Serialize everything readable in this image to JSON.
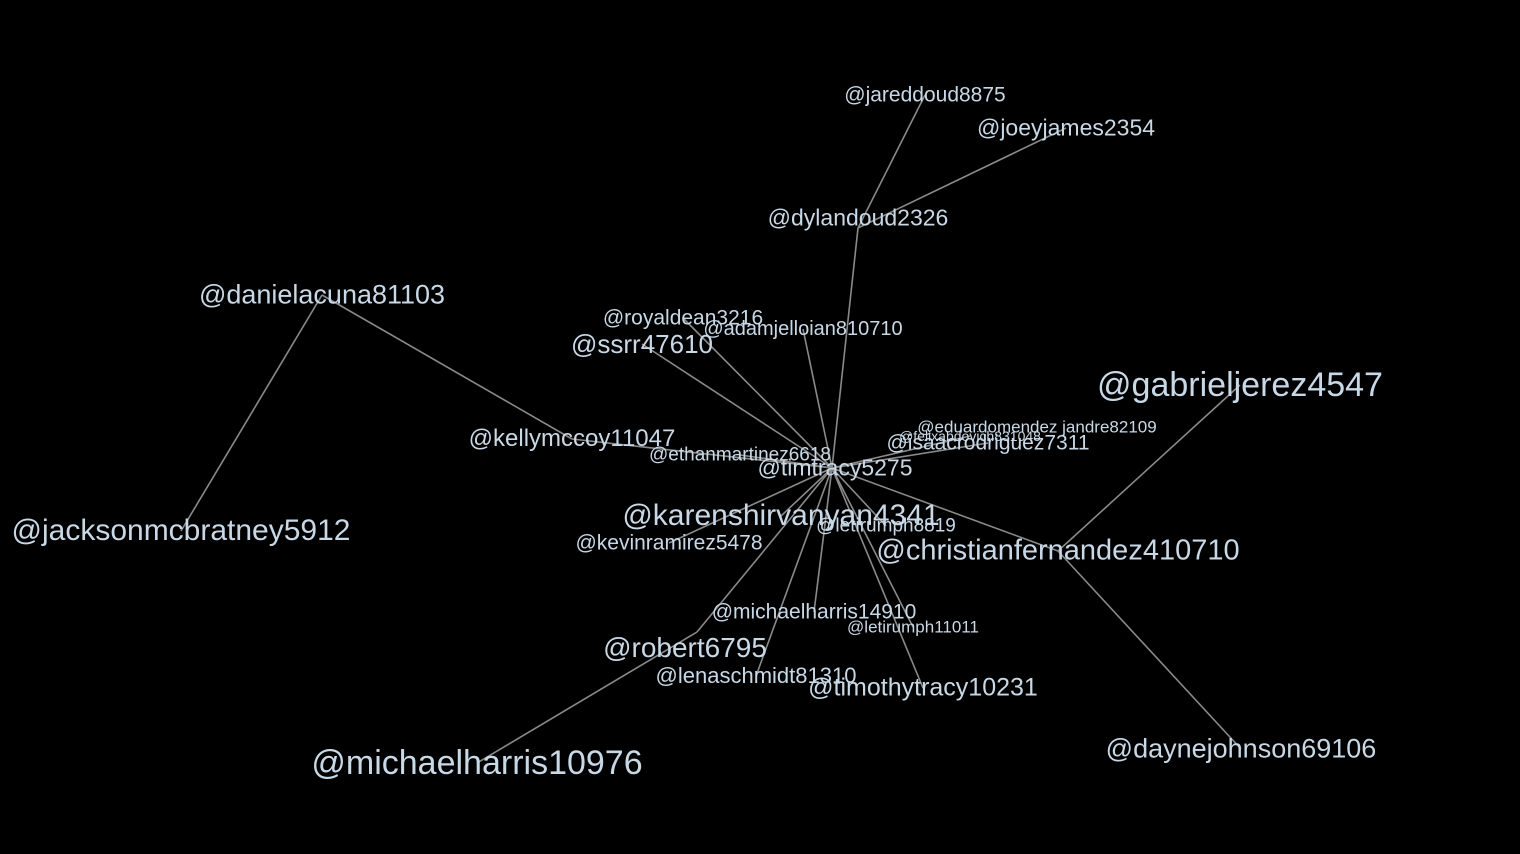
{
  "graph": {
    "nodes": [
      {
        "id": "jareddoud8875",
        "label": "@jareddoud8875"
      },
      {
        "id": "joeyjames2354",
        "label": "@joeyjames2354"
      },
      {
        "id": "dylandoud2326",
        "label": "@dylandoud2326"
      },
      {
        "id": "danielacuna81103",
        "label": "@danielacuna81103"
      },
      {
        "id": "royaldean3216",
        "label": "@royaldean3216"
      },
      {
        "id": "adamjelloian810710",
        "label": "@adamjelloian810710"
      },
      {
        "id": "ssrr47610",
        "label": "@ssrr47610"
      },
      {
        "id": "gabrieljerez4547",
        "label": "@gabrieljerez4547"
      },
      {
        "id": "eduardomendez",
        "label": "@eduardomendez jandre82109"
      },
      {
        "id": "felixpartial",
        "label": "@felixabdovich831048"
      },
      {
        "id": "isaacrodriguez7311",
        "label": "@isaacrodriguez7311"
      },
      {
        "id": "kellymccoy11047",
        "label": "@kellymccoy11047"
      },
      {
        "id": "ethanmartinez6618",
        "label": "@ethanmartinez6618"
      },
      {
        "id": "timtracy5275",
        "label": "@timtracy5275"
      },
      {
        "id": "jacksonmcbratney5912",
        "label": "@jacksonmcbratney5912"
      },
      {
        "id": "karenshirvanyan4341",
        "label": "@karenshirvanyan4341"
      },
      {
        "id": "letirumph8819",
        "label": "@letirumph8819"
      },
      {
        "id": "christianfernandez410710",
        "label": "@christianfernandez410710"
      },
      {
        "id": "kevinramirez5478",
        "label": "@kevinramirez5478"
      },
      {
        "id": "michaelharris14910",
        "label": "@michaelharris14910"
      },
      {
        "id": "letirumph11011",
        "label": "@letirumph11011"
      },
      {
        "id": "robert6795",
        "label": "@robert6795"
      },
      {
        "id": "lenaschmidt81310",
        "label": "@lenaschmidt81310"
      },
      {
        "id": "timothytracy10231",
        "label": "@timothytracy10231"
      },
      {
        "id": "daynejohnson69106",
        "label": "@daynejohnson69106"
      },
      {
        "id": "michaelharris10976",
        "label": "@michaelharris10976"
      }
    ],
    "edges": [
      [
        "jareddoud8875",
        "dylandoud2326"
      ],
      [
        "joeyjames2354",
        "dylandoud2326"
      ],
      [
        "dylandoud2326",
        "timtracy5275"
      ],
      [
        "danielacuna81103",
        "jacksonmcbratney5912"
      ],
      [
        "danielacuna81103",
        "kellymccoy11047"
      ],
      [
        "kellymccoy11047",
        "timtracy5275"
      ],
      [
        "ssrr47610",
        "timtracy5275"
      ],
      [
        "royaldean3216",
        "timtracy5275"
      ],
      [
        "adamjelloian810710",
        "timtracy5275"
      ],
      [
        "ethanmartinez6618",
        "timtracy5275"
      ],
      [
        "isaacrodriguez7311",
        "timtracy5275"
      ],
      [
        "felixpartial",
        "timtracy5275"
      ],
      [
        "karenshirvanyan4341",
        "timtracy5275"
      ],
      [
        "kevinramirez5478",
        "timtracy5275"
      ],
      [
        "letirumph8819",
        "timtracy5275"
      ],
      [
        "michaelharris14910",
        "timtracy5275"
      ],
      [
        "lenaschmidt81310",
        "timtracy5275"
      ],
      [
        "timothytracy10231",
        "timtracy5275"
      ],
      [
        "letirumph11011",
        "timtracy5275"
      ],
      [
        "robert6795",
        "timtracy5275"
      ],
      [
        "christianfernandez410710",
        "timtracy5275"
      ],
      [
        "gabrieljerez4547",
        "christianfernandez410710"
      ],
      [
        "daynejohnson69106",
        "christianfernandez410710"
      ],
      [
        "michaelharris10976",
        "robert6795"
      ]
    ]
  }
}
